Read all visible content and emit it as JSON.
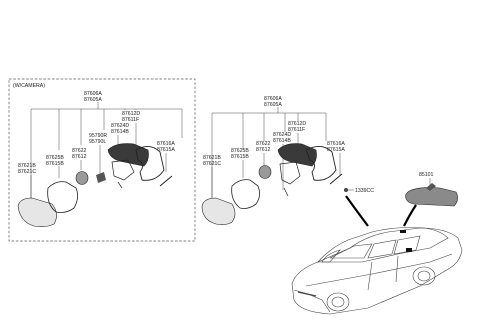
{
  "variant_label": "(W/CAMERA)",
  "left_group": {
    "top_labels": [
      "87606A",
      "87605A"
    ],
    "labels": {
      "l_87621": [
        "87621B",
        "87621C"
      ],
      "l_87625": [
        "87625B",
        "87615B"
      ],
      "l_87622": [
        "87622",
        "87612"
      ],
      "l_95790": [
        "95790R",
        "95790L"
      ],
      "l_87624": [
        "87624D",
        "87614B"
      ],
      "l_87612": [
        "87612D",
        "87611F"
      ],
      "l_87616": [
        "87616A",
        "87615A"
      ]
    }
  },
  "right_group": {
    "top_labels": [
      "87606A",
      "87605A"
    ],
    "labels": {
      "r_87621": [
        "87621B",
        "87621C"
      ],
      "r_87625": [
        "87625B",
        "87615B"
      ],
      "r_87622": [
        "87622",
        "87612"
      ],
      "r_87624": [
        "87624D",
        "87614B"
      ],
      "r_87612": [
        "87612D",
        "87611F"
      ],
      "r_87616": [
        "87616A",
        "87615A"
      ]
    }
  },
  "screw_label": "1339CC",
  "inner_mirror_label": "85101"
}
